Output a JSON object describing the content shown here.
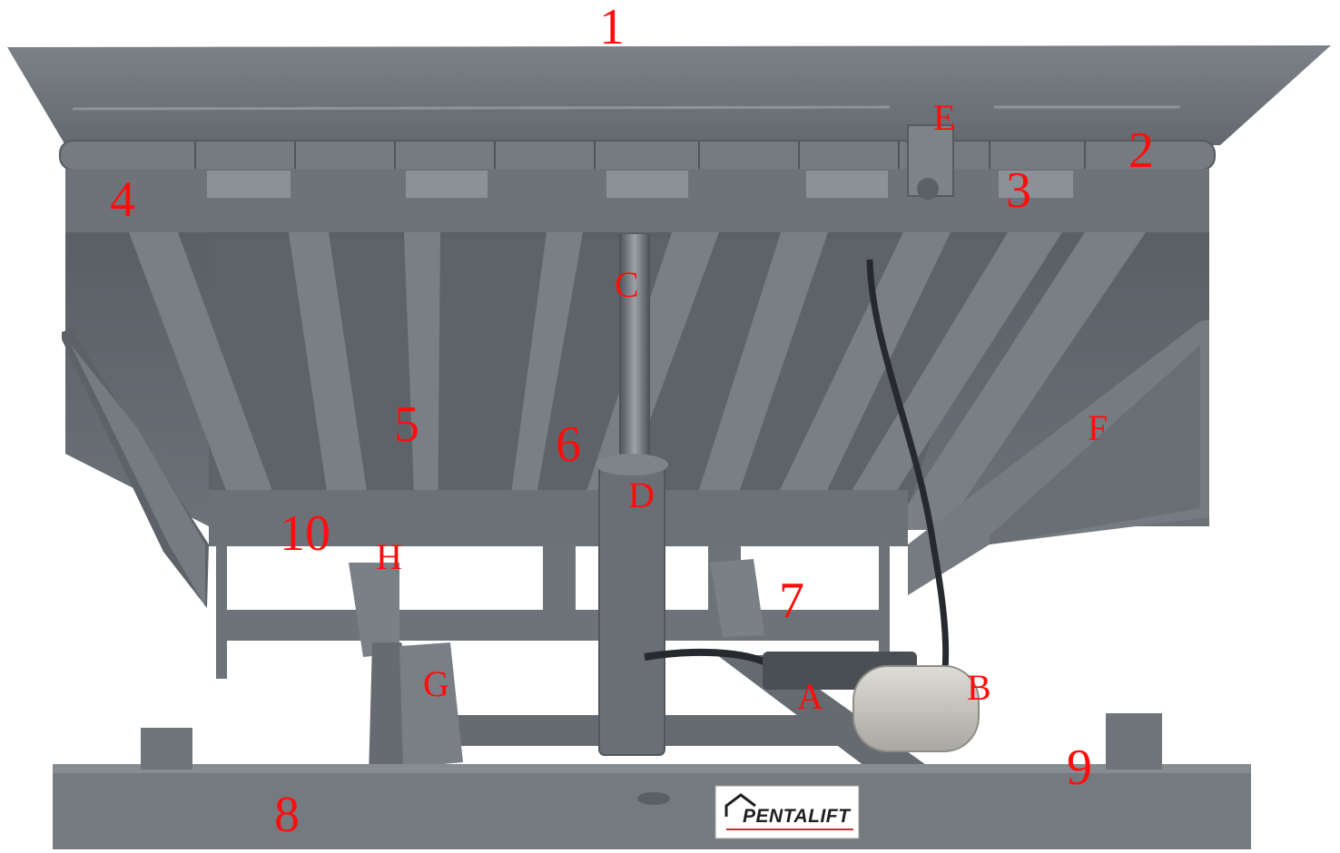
{
  "colors": {
    "steel": "#6b7077",
    "steel_light": "#858a90",
    "steel_dark": "#4f545a",
    "callout": "#ff0d0d",
    "logo_red": "#c9302c",
    "motor": "#c9c7c1"
  },
  "callouts": {
    "n1": "1",
    "n2": "2",
    "n3": "3",
    "n4": "4",
    "n5": "5",
    "n6": "6",
    "n7": "7",
    "n8": "8",
    "n9": "9",
    "n10": "10",
    "A": "A",
    "B": "B",
    "C": "C",
    "D": "D",
    "E": "E",
    "F": "F",
    "G": "G",
    "H": "H"
  },
  "logo": {
    "text": "PENTALIFT"
  }
}
